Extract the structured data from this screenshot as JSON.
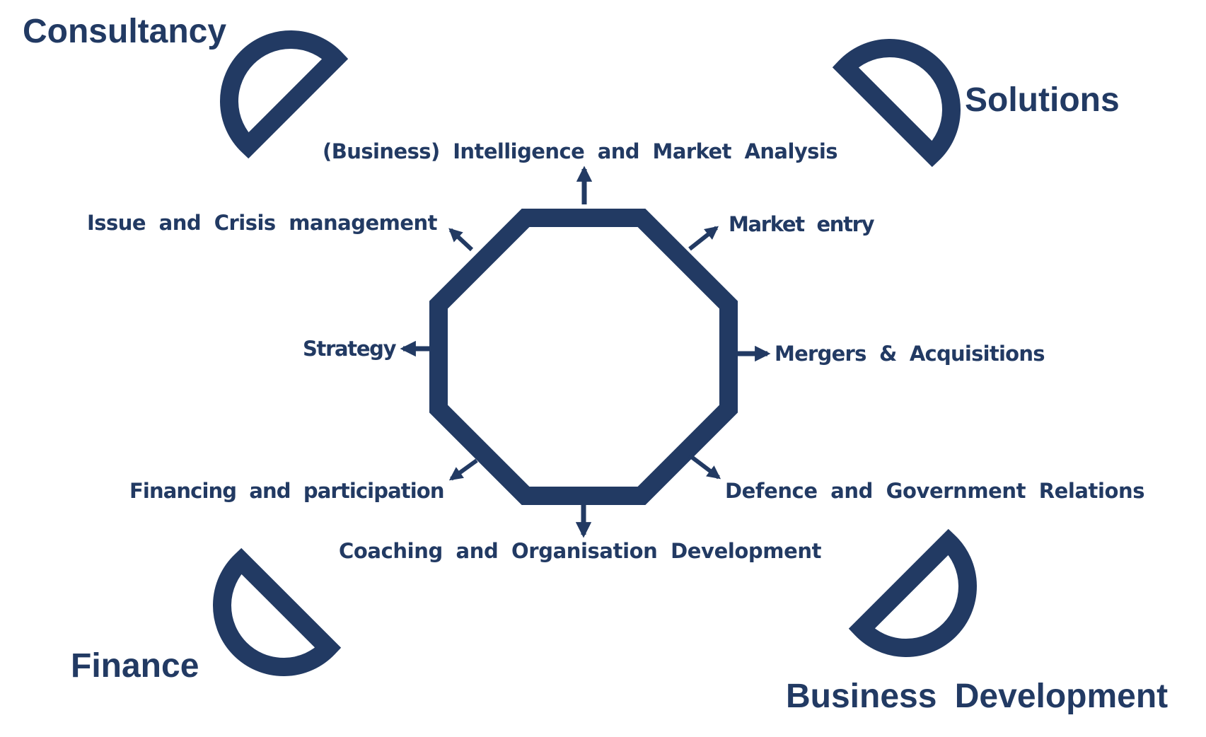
{
  "colors": {
    "primary": "#223a63"
  },
  "corners": {
    "consultancy": "Consultancy",
    "solutions": "Solutions",
    "finance": "Finance",
    "business_development": "Business Development"
  },
  "services": {
    "intelligence": "(Business) Intelligence and Market Analysis",
    "market_entry": "Market entry",
    "mergers": "Mergers & Acquisitions",
    "defence": "Defence and Government Relations",
    "coaching": "Coaching and Organisation Development",
    "financing": "Financing and participation",
    "strategy": "Strategy",
    "issue_crisis": "Issue and Crisis management"
  }
}
